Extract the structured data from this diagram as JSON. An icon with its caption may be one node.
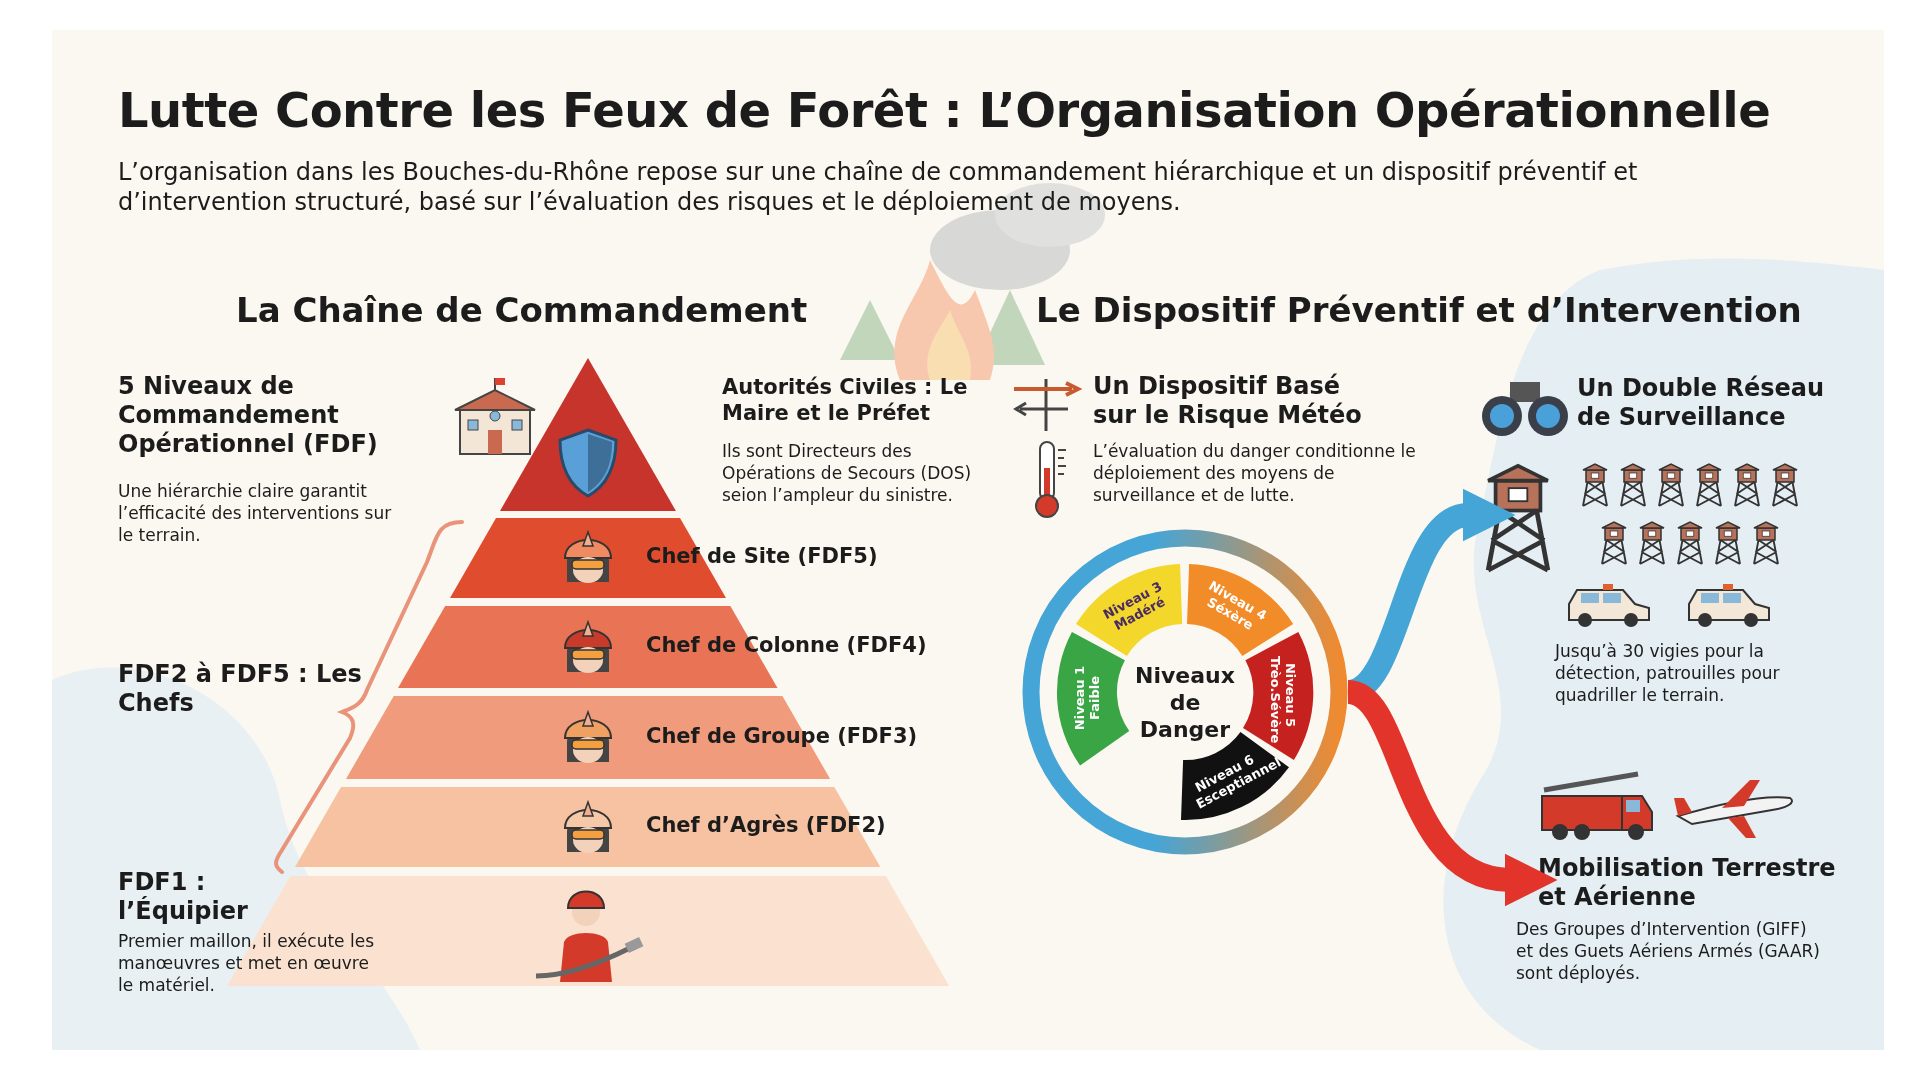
{
  "diagram": {
    "title": "Lutte Contre les Feux de Forêt : L’Organisation Opérationnelle",
    "nodes": [
      {
        "text": [],
        "shape": "triangle",
        "beside": [
          "Autorités Civiles : Le Maire et le Préfet",
          "Ils sont Directeurs des Opérations de Secours (DOS) seion l’ampleur du sinistre."
        ]
      },
      {
        "text": [
          "Chef de Site (FDF5)"
        ]
      },
      {
        "text": [
          "Chef de Colonne (FDF4)"
        ]
      },
      {
        "text": [
          "Chef de Groupe (FDF3)"
        ]
      },
      {
        "text": [
          "Chef d’Agrès (FDF2)"
        ]
      },
      {
        "text": [],
        "shape": "bar"
      },
      {
        "text": [
          "Niveaux de Danger"
        ]
      },
      {
        "text": [
          "Niveau 1 Faible"
        ],
        "in": 6
      },
      {
        "text": [
          "Niveau 3 Madéré"
        ],
        "in": 6
      },
      {
        "text": [
          "Niveau 4 Séxère"
        ],
        "in": 6
      },
      {
        "text": [
          "Niveau 5 Trèo.Sévère"
        ],
        "in": 6
      },
      {
        "text": [
          "Niveau 6 Esceptiannel"
        ],
        "in": 6
      },
      {
        "text": [
          "Un Double Réseau de Surveillance",
          "Jusqu’à 30 vigies pour la détection, patrouilles pour quadriller le terrain."
        ]
      },
      {
        "text": [
          "Mobilisation Terrestre et Aérienne",
          "Des Groupes d’Intervention (GIFF) et des Guets Aériens Armés (GAAR) sont déployés."
        ]
      }
    ],
    "edges": [
      {
        "from": 6,
        "to": 12,
        "arrow": "to",
        "color": "#45a5d6"
      },
      {
        "from": 6,
        "to": 13,
        "arrow": "to",
        "color": "#e2342a"
      }
    ],
    "labels": [
      "L’organisation dans les Bouches-du-Rhône repose sur une chaîne de commandement hiérarchique et un dispositif préventif et d’intervention structuré, basé sur l’évaluation des risques et le déploiement de moyens.",
      "La Chaîne de Commandement",
      "Le Dispositif Préventif et d’Intervention",
      "5 Niveaux de Commandement Opérationnel (FDF)",
      "Une hiérarchie claire garantit l’efficacité des interventions sur le terrain.",
      "FDF2 à FDF5 : Les Chefs",
      "FDF1 : l’Équipier",
      "Premier maillon, il exécute les manœuvres et met en œuvre le matériel.",
      "Un Dispositif Basé sur le Risque Météo",
      "L’évaluation du danger conditionne le déploiement des moyens de surveillance et de lutte."
    ]
  }
}
